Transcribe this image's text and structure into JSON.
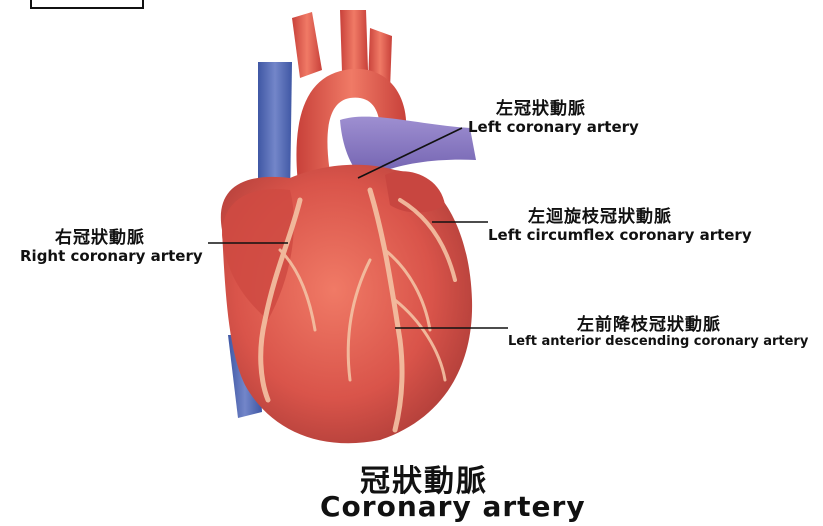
{
  "labels": {
    "left_coronary": {
      "zh": "左冠狀動脈",
      "en": "Left coronary artery"
    },
    "right_coronary": {
      "zh": "右冠狀動脈",
      "en": "Right coronary artery"
    },
    "left_circumflex": {
      "zh": "左迴旋枝冠狀動脈",
      "en": "Left circumflex coronary artery"
    },
    "lad": {
      "zh": "左前降枝冠狀動脈",
      "en": "Left anterior descending  coronary artery"
    }
  },
  "title": {
    "zh": "冠狀動脈",
    "en": "Coronary artery"
  },
  "colors": {
    "muscle": "#d9544a",
    "vessel_red": "#e2574b",
    "vein_blue": "#5a6fb4",
    "artery_highlight": "#f4c2a4"
  }
}
